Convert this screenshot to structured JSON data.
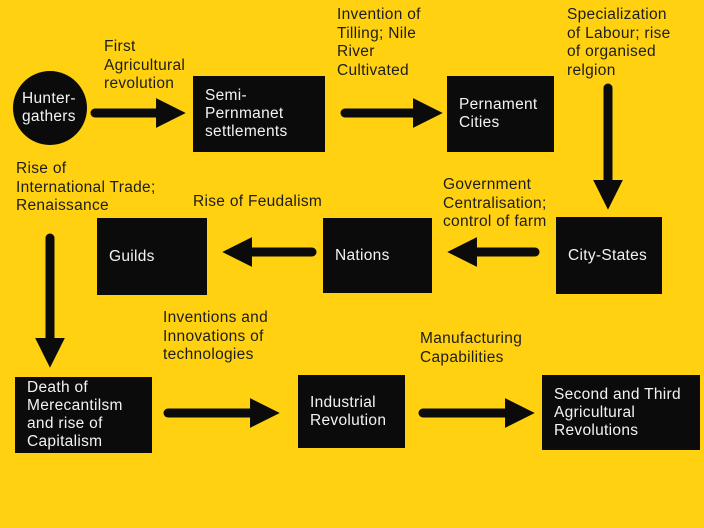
{
  "colors": {
    "background": "#FFD110",
    "node_fill": "#0B0B0B",
    "node_text": "#F3F3F3",
    "label_text": "#1D1D1D",
    "arrow": "#0B0B0B"
  },
  "nodes": [
    {
      "id": "hunter-gathers",
      "shape": "circle",
      "label": "Hunter-\ngathers"
    },
    {
      "id": "semi-permanent-settlements",
      "shape": "rect",
      "label": "Semi-\nPernmanet\nsettlements"
    },
    {
      "id": "pernament-cities",
      "shape": "rect",
      "label": "Pernament\nCities"
    },
    {
      "id": "city-states",
      "shape": "rect",
      "label": "City-States"
    },
    {
      "id": "nations",
      "shape": "rect",
      "label": "Nations"
    },
    {
      "id": "guilds",
      "shape": "rect",
      "label": "Guilds"
    },
    {
      "id": "death-of-mercantilism",
      "shape": "rect",
      "label": "Death of\nMerecantilsm\nand rise of\nCapitalism"
    },
    {
      "id": "industrial-revolution",
      "shape": "rect",
      "label": "Industrial\nRevolution"
    },
    {
      "id": "second-third-agricultural-revolutions",
      "shape": "rect",
      "label": "Second and Third\nAgricultural\nRevolutions"
    }
  ],
  "edge_labels": [
    {
      "id": "first-agricultural-revolution",
      "text": "First\nAgricultural\nrevolution"
    },
    {
      "id": "invention-of-tilling",
      "text": "Invention of\nTilling; Nile\nRiver\nCultivated"
    },
    {
      "id": "specialization-of-labour",
      "text": "Specialization\nof Labour; rise\nof organised\nrelgion"
    },
    {
      "id": "government-centralisation",
      "text": "Government\nCentralisation;\ncontrol of farm"
    },
    {
      "id": "rise-of-feudalism",
      "text": "Rise of Feudalism"
    },
    {
      "id": "rise-of-international-trade",
      "text": "Rise of\nInternational Trade;\nRenaissance"
    },
    {
      "id": "inventions-and-innovations",
      "text": "Inventions and\nInnovations of\ntechnologies"
    },
    {
      "id": "manufacturing-capabilities",
      "text": "Manufacturing\nCapabilities"
    }
  ],
  "edges": [
    {
      "from": "Hunter-gathers",
      "to": "Semi-Pernmanet settlements",
      "label": "First Agricultural revolution"
    },
    {
      "from": "Semi-Pernmanet settlements",
      "to": "Pernament Cities",
      "label": "Invention of Tilling; Nile River Cultivated"
    },
    {
      "from": "Pernament Cities",
      "to": "City-States",
      "label": "Specialization of Labour; rise of organised relgion"
    },
    {
      "from": "City-States",
      "to": "Nations",
      "label": "Government Centralisation; control of farm"
    },
    {
      "from": "Nations",
      "to": "Guilds",
      "label": "Rise of Feudalism"
    },
    {
      "from": "Guilds",
      "to": "Death of Merecantilsm and rise of Capitalism",
      "label": "Rise of International Trade; Renaissance"
    },
    {
      "from": "Death of Merecantilsm and rise of Capitalism",
      "to": "Industrial Revolution",
      "label": "Inventions and Innovations of technologies"
    },
    {
      "from": "Industrial Revolution",
      "to": "Second and Third Agricultural Revolutions",
      "label": "Manufacturing Capabilities"
    }
  ]
}
